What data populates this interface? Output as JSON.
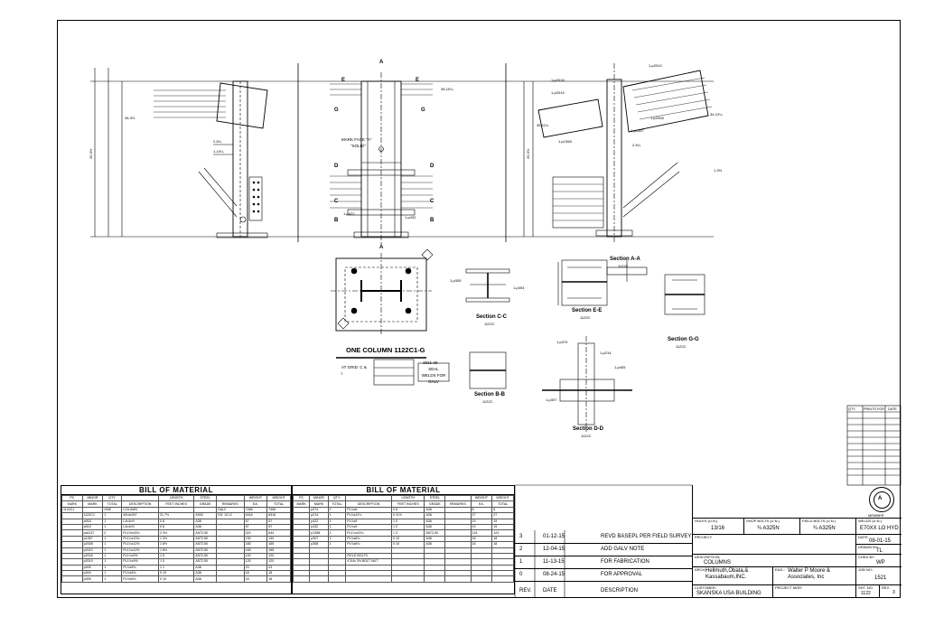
{
  "drawing": {
    "sections": [
      "Section A-A",
      "Section E-E",
      "Section G-G",
      "Section C-C",
      "Section B-B",
      "Section D-D"
    ],
    "section_refs": [
      "1122C",
      "1122C",
      "1122C",
      "1122C",
      "1122C",
      "1122C"
    ],
    "mark_face": "MARK FACE \"A\"",
    "solid": "\"SOLID\"",
    "column_title": "ONE COLUMN 1122C1-G",
    "at_grid": "AT GRID: C & I",
    "ref_code": "1521-26",
    "weld_note": "SEAL WELDS FOR GALV",
    "section_letters": [
      "A",
      "A",
      "E",
      "E",
      "G",
      "G",
      "D",
      "D",
      "C",
      "C",
      "B",
      "B"
    ],
    "dims_left": [
      "36-3½",
      "2-5¼",
      "1-10¼",
      "26-3½"
    ],
    "dims_right": [
      "36-10¼",
      "2-5¼",
      "34-10¼",
      "35-11¼",
      "26-3½",
      "1-3½"
    ],
    "parts": [
      "1-p2018",
      "1-p2019",
      "1-p2010",
      "1-p2008",
      "1-p1357",
      "1-p1358",
      "1-p432",
      "1-p422",
      "1-p305",
      "1-p304",
      "1-p374",
      "1-p214",
      "1-p307",
      "1-p405"
    ]
  },
  "qty_table": {
    "headers": [
      "QTY.",
      "PRINTS FOR",
      "DATE"
    ]
  },
  "bom_left": {
    "title": "BILL OF MATERIAL",
    "head1": [
      "PC",
      "MINOR",
      "QTY.",
      "",
      "LENGTH",
      "STEEL",
      "",
      "WEIGHT",
      "WEIGHT"
    ],
    "head2": [
      "MARK",
      "MARK",
      "TOTAL",
      "DESCRIPTION",
      "FEET  INCHES",
      "GRADE",
      "REMARKS",
      "EA.",
      "TOTAL"
    ],
    "rows": [
      [
        "1122C1",
        "",
        "ONE",
        "COLUMN",
        "",
        "",
        "GALV",
        "7456",
        "7456"
      ],
      [
        "",
        "1122C1",
        "1",
        "W14x257",
        "31 7½",
        "A992",
        "GS: 1G-G",
        "6316",
        "6316"
      ],
      [
        "",
        "a918",
        "1",
        "L4x4x½",
        "0 8",
        "A36",
        "",
        "57",
        "57"
      ],
      [
        "",
        "a919",
        "1",
        "L4x4x½",
        "0 8",
        "A36",
        "",
        "57",
        "57"
      ],
      [
        "",
        "pa1137",
        "2",
        "PL1½x16¾",
        "2 3½",
        "A572-50",
        "",
        "322",
        "644"
      ],
      [
        "",
        "p1357",
        "1",
        "PL1¼x13¾",
        "1 3½",
        "A572-50",
        "",
        "130",
        "130"
      ],
      [
        "",
        "p2008",
        "1",
        "PL1¼x12½",
        "1 8½",
        "A572-50",
        "",
        "165",
        "165"
      ],
      [
        "",
        "p2010",
        "1",
        "PL1¼x12½",
        "1 8½",
        "A572-50",
        "",
        "165",
        "165"
      ],
      [
        "",
        "p2018",
        "1",
        "PL1¼x9½",
        "1 5",
        "A572-50",
        "",
        "120",
        "120"
      ],
      [
        "",
        "p2019",
        "1",
        "PL1¼x9½",
        "1 5",
        "A572-50",
        "",
        "120",
        "120"
      ],
      [
        "",
        "p405",
        "1",
        "PL¾x6¾",
        "1 1",
        "A36",
        "",
        "23",
        "23"
      ],
      [
        "",
        "p304",
        "1",
        "PL¾x6¾",
        "0 10",
        "A36",
        "",
        "18",
        "18"
      ],
      [
        "",
        "p305",
        "1",
        "PL¾x6¾",
        "0 10",
        "A36",
        "",
        "18",
        "18"
      ]
    ]
  },
  "bom_right": {
    "title": "BILL OF MATERIAL",
    "head1": [
      "PC",
      "MINOR",
      "QTY.",
      "",
      "LENGTH",
      "STEEL",
      "",
      "WEIGHT",
      "WEIGHT"
    ],
    "head2": [
      "MARK",
      "MARK",
      "TOTAL",
      "DESCRIPTION",
      "FEET  INCHES",
      "GRADE",
      "REMARKS",
      "EA.",
      "TOTAL"
    ],
    "rows": [
      [
        "",
        "p374",
        "1",
        "PL¾x6",
        "0 8",
        "A36",
        "",
        "8",
        "8"
      ],
      [
        "",
        "p214",
        "1",
        "PL¾x12¼",
        "0 11½",
        "A36",
        "",
        "27",
        "27"
      ],
      [
        "",
        "p422",
        "1",
        "PL¾x9",
        "1 0",
        "A36",
        "",
        "19",
        "19"
      ],
      [
        "",
        "p432",
        "1",
        "PL¾x9",
        "1 0",
        "A36",
        "",
        "19",
        "19"
      ],
      [
        "",
        "p1358",
        "1",
        "PL1¼x13¾",
        "1 3",
        "A572-50",
        "",
        "124",
        "124"
      ],
      [
        "",
        "p307",
        "1",
        "PL¾x6¾",
        "0 10",
        "A36",
        "",
        "18",
        "18"
      ],
      [
        "",
        "p308",
        "1",
        "PL¾x6¾",
        "0 10",
        "A36",
        "",
        "18",
        "18"
      ],
      [
        "",
        "",
        "",
        "",
        "",
        "",
        "",
        "",
        ""
      ],
      [
        "",
        "",
        "",
        "FIELD BOLTS",
        "",
        "",
        "",
        "",
        ""
      ],
      [
        "",
        "",
        "",
        "4 3/4x 3½ BOLT NUT",
        "",
        "",
        "",
        "",
        ""
      ],
      [
        "",
        "",
        "",
        "",
        "",
        "",
        "",
        "",
        ""
      ],
      [
        "",
        "",
        "",
        "",
        "",
        "",
        "",
        "",
        ""
      ],
      [
        "",
        "",
        "",
        "",
        "",
        "",
        "",
        "",
        ""
      ]
    ]
  },
  "revisions": [
    {
      "rev": "3",
      "date": "01-12-15",
      "desc": "REVD BASEPL PER FIELD SURVEY"
    },
    {
      "rev": "2",
      "date": "12-04-15",
      "desc": "ADD GALV NOTE"
    },
    {
      "rev": "1",
      "date": "11-13-15",
      "desc": "FOR FABRICATION"
    },
    {
      "rev": "0",
      "date": "08-24-15",
      "desc": "FOR APPROVAL"
    }
  ],
  "rev_header": {
    "rev": "REV.",
    "date": "DATE",
    "desc": "DESCRIPTION"
  },
  "title_block": {
    "seal_text": "MEMBER",
    "holes_label": "HOLES (U.N.)",
    "holes_val": "13/16",
    "shop_bolts_label": "SHOP BOLTS (U.N.)",
    "shop_bolts_val": "¾ A325N",
    "field_bolts_label": "FIELD BOLTS (U.N.)",
    "field_bolts_val": "¾ A325N",
    "welds_label": "WELDS (U.N.)",
    "welds_val": "E70XX LO HYD",
    "project_label": "PROJECT:",
    "project_val": "",
    "date_label": "DATE:",
    "date_val": "08-01-15",
    "drawn_label": "DRAWN BY:",
    "drawn_val": "TL",
    "desc_label": "DESCRIPTION:",
    "desc_val": "COLUMNS",
    "chkd_label": "CHKD BY:",
    "chkd_val": "WP",
    "arch_label": "ARCH.:",
    "arch_val": "Hellmuth,Obata,& Kassabaum,INC.",
    "eng_label": "ENG.:",
    "eng_val": "Walter P Moore & Associates, Inc",
    "job_label": "JOB NO.:",
    "job_val": "1521",
    "customer_label": "CUSTOMER:",
    "customer_val": "SKANSKA USA BUILDING",
    "projmgr_label": "PROJECT MGR:",
    "projmgr_val": "",
    "sht_label": "SHT. NO.",
    "sht_val": "1122",
    "revno_label": "REV.",
    "revno_val": "3"
  }
}
